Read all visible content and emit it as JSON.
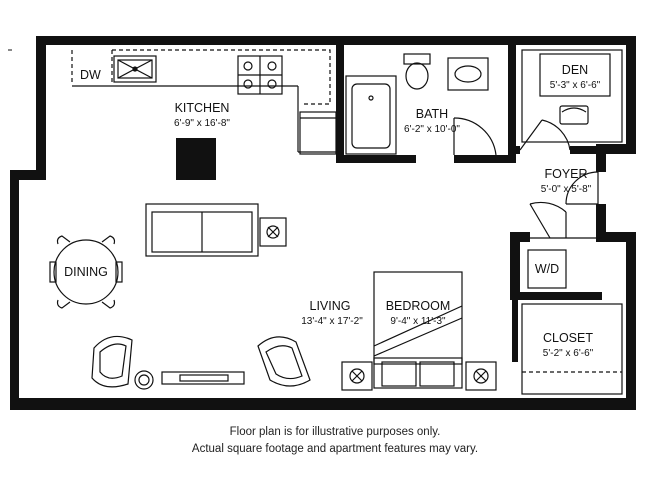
{
  "rooms": {
    "kitchen": {
      "name": "KITCHEN",
      "dims": "6'-9\" x 16'-8\""
    },
    "bath": {
      "name": "BATH",
      "dims": "6'-2\" x 10'-0\""
    },
    "den": {
      "name": "DEN",
      "dims": "5'-3\" x 6'-6\""
    },
    "foyer": {
      "name": "FOYER",
      "dims": "5'-0\" x 5'-8\""
    },
    "living": {
      "name": "LIVING",
      "dims": "13'-4\" x 17'-2\""
    },
    "bedroom": {
      "name": "BEDROOM",
      "dims": "9'-4\" x 11'-3\""
    },
    "closet": {
      "name": "CLOSET",
      "dims": "5'-2\" x 6'-6\""
    },
    "dining": {
      "name": "DINING"
    }
  },
  "fixtures": {
    "dishwasher": "DW",
    "washer_dryer": "W/D"
  },
  "disclaimer": {
    "line1": "Floor plan is for illustrative purposes only.",
    "line2": "Actual square footage and apartment features may vary."
  }
}
